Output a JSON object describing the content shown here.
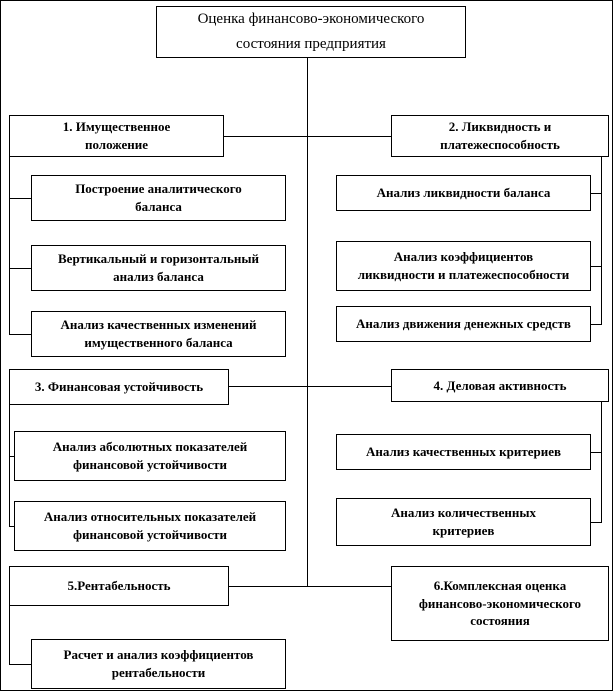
{
  "title": "Оценка финансово-экономического\nсостояния предприятия",
  "groups": {
    "g1": {
      "header": "1. Имущественное\nположение",
      "children": [
        "Построение аналитического\nбаланса",
        "Вертикальный и горизонтальный\nанализ баланса",
        "Анализ качественных изменений\nимущественного баланса"
      ]
    },
    "g2": {
      "header": "2. Ликвидность и\nплатежеспособность",
      "children": [
        "Анализ ликвидности баланса",
        "Анализ коэффициентов\nликвидности и платежеспособности",
        "Анализ движения денежных средств"
      ]
    },
    "g3": {
      "header": "3. Финансовая устойчивость",
      "children": [
        "Анализ абсолютных показателей\nфинансовой устойчивости",
        "Анализ относительных показателей\nфинансовой устойчивости"
      ]
    },
    "g4": {
      "header": "4. Деловая активность",
      "children": [
        "Анализ качественных критериев",
        "Анализ количественных\nкритериев"
      ]
    },
    "g5": {
      "header": "5.Рентабельность",
      "children": [
        "Расчет и анализ коэффициентов\nрентабельности"
      ]
    },
    "g6": {
      "header": "6.Комплексная оценка\nфинансово-экономического\nсостояния",
      "children": []
    }
  },
  "colors": {
    "background": "#ffffff",
    "line": "#000000",
    "box_border": "#000000",
    "text": "#000000"
  }
}
